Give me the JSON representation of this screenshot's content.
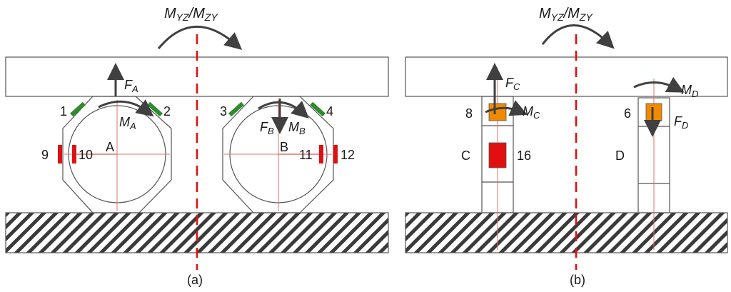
{
  "panels": {
    "a": {
      "caption": "(a)",
      "moment_main": "M",
      "moment_sub1": "YZ",
      "moment_slash": "/M",
      "moment_sub2": "ZY",
      "force_A": {
        "main": "F",
        "sub": "A"
      },
      "moment_A": {
        "main": "M",
        "sub": "A"
      },
      "force_B": {
        "main": "F",
        "sub": "B"
      },
      "moment_B": {
        "main": "M",
        "sub": "B"
      },
      "node_A": "A",
      "node_B": "B",
      "sensors": [
        "1",
        "2",
        "3",
        "4",
        "9",
        "10",
        "11",
        "12"
      ]
    },
    "b": {
      "caption": "(b)",
      "moment_main": "M",
      "moment_sub1": "YZ",
      "moment_slash": "/M",
      "moment_sub2": "ZY",
      "force_C": {
        "main": "F",
        "sub": "C"
      },
      "moment_C": {
        "main": "M",
        "sub": "C"
      },
      "force_D": {
        "main": "F",
        "sub": "D"
      },
      "moment_D": {
        "main": "M",
        "sub": "D"
      },
      "node_C": "C",
      "node_D": "D",
      "sensors": [
        "8",
        "16",
        "6"
      ]
    }
  },
  "colors": {
    "green_gauge": "#2e8b2e",
    "red_gauge": "#e01010",
    "orange_gauge": "#f08a00",
    "axis_red": "#e01010"
  }
}
